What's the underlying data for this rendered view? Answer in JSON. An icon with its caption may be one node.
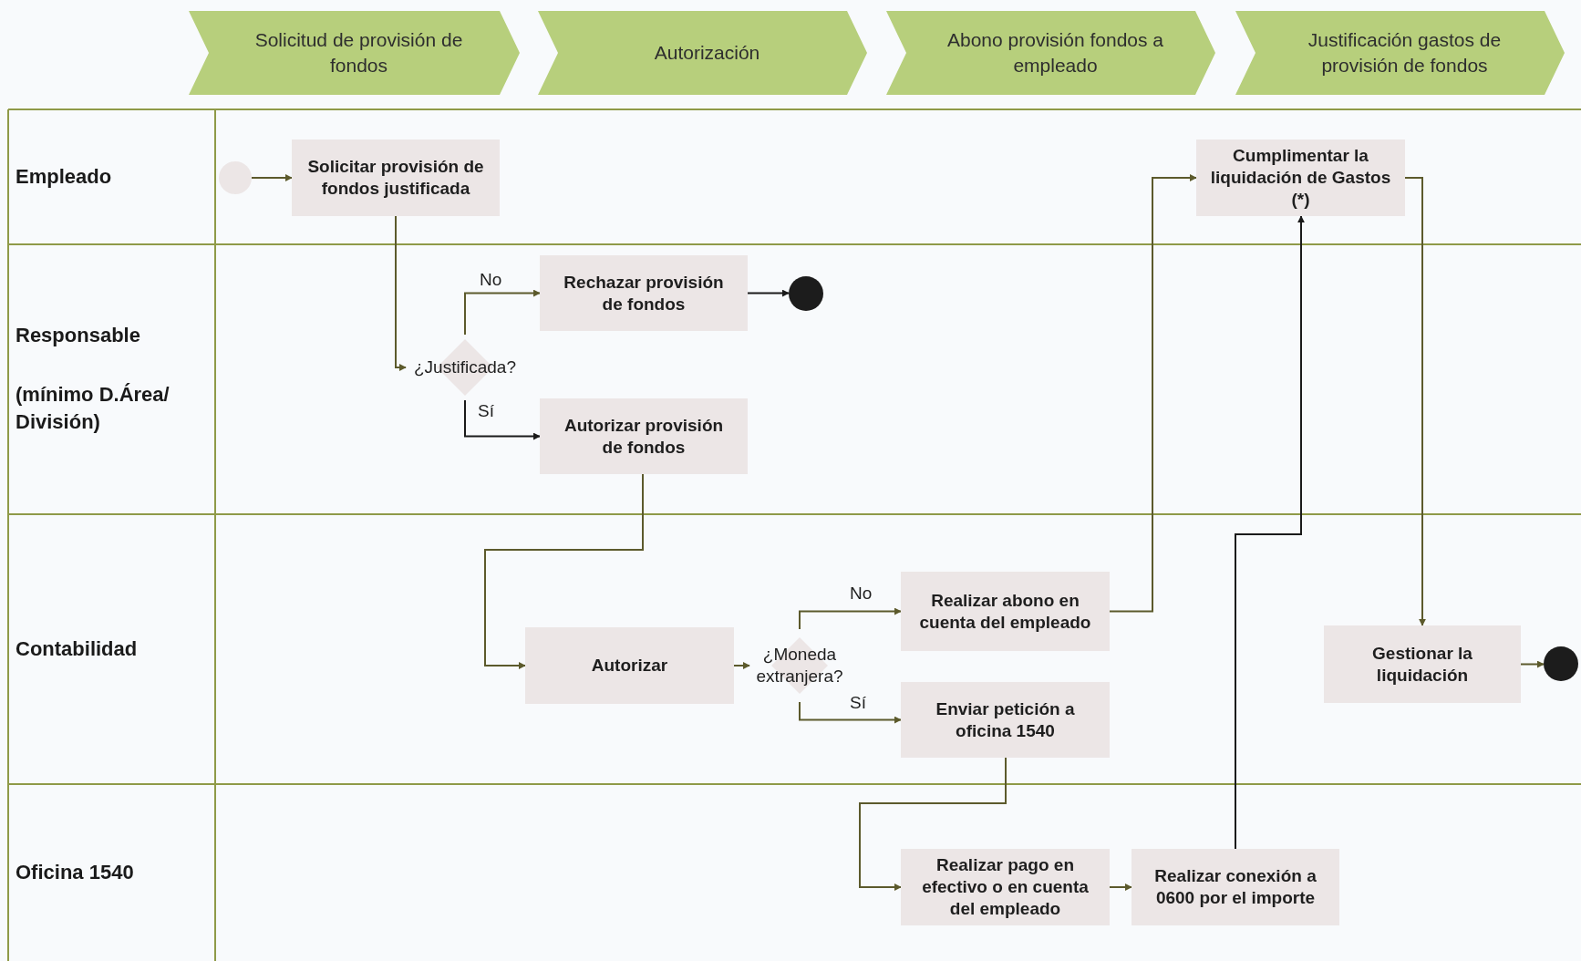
{
  "diagram": {
    "nodes": [
      {
        "text": [
          "Solicitud de provisión de fondos"
        ]
      },
      {
        "text": [
          "Autorización"
        ]
      },
      {
        "text": [
          "Abono provisión fondos a empleado"
        ]
      },
      {
        "text": [
          "Justificación gastos de provisión de fondos"
        ]
      },
      {
        "text": [
          "Empleado"
        ]
      },
      {
        "text": [],
        "shape": "circle",
        "in": 4
      },
      {
        "text": [
          "Solicitar provisión de fondos justificada"
        ],
        "in": 4
      },
      {
        "text": [
          "Cumplimentar la liquidación de Gastos (*)"
        ],
        "in": 4
      },
      {
        "text": [
          "Responsable",
          "(mínimo D.Área/ División)"
        ]
      },
      {
        "text": [
          "Rechazar provisión de fondos"
        ],
        "in": 8
      },
      {
        "text": [],
        "shape": "circle",
        "in": 8
      },
      {
        "text": [
          "¿Justificada?"
        ],
        "in": 8
      },
      {
        "text": [
          "Autorizar provisión de fondos"
        ],
        "in": 8
      },
      {
        "text": [
          "Contabilidad"
        ]
      },
      {
        "text": [
          "Autorizar"
        ],
        "in": 13
      },
      {
        "text": [
          "¿Moneda extranjera?"
        ],
        "in": 13
      },
      {
        "text": [
          "Realizar abono en cuenta del empleado"
        ],
        "in": 13
      },
      {
        "text": [
          "Enviar petición a oficina 1540"
        ],
        "in": 13
      },
      {
        "text": [
          "Gestionar la liquidación"
        ],
        "in": 13
      },
      {
        "text": [],
        "shape": "circle",
        "in": 13
      },
      {
        "text": [
          "Oficina 1540"
        ]
      },
      {
        "text": [
          "Realizar pago en efectivo o en cuenta del empleado"
        ],
        "in": 20
      },
      {
        "text": [
          "Realizar conexión a 0600 por el importe"
        ],
        "in": 20
      }
    ],
    "edges": [
      {
        "from": 5,
        "to": 6,
        "arrow": "to"
      },
      {
        "from": 6,
        "to": 11,
        "arrow": "to"
      },
      {
        "from": 11,
        "to": 9,
        "arrow": "to",
        "label": "No"
      },
      {
        "from": 11,
        "to": 12,
        "arrow": "to",
        "label": "Sí",
        "color": "#1a1a1a"
      },
      {
        "from": 9,
        "to": 10,
        "arrow": "to",
        "color": "#1a1a1a"
      },
      {
        "from": 12,
        "to": 14,
        "arrow": "to"
      },
      {
        "from": 14,
        "to": 15,
        "arrow": "to"
      },
      {
        "from": 15,
        "to": 16,
        "arrow": "to",
        "label": "No"
      },
      {
        "from": 15,
        "to": 17,
        "arrow": "to",
        "label": "Sí"
      },
      {
        "from": 16,
        "to": 7,
        "arrow": "to"
      },
      {
        "from": 17,
        "to": 21,
        "arrow": "to"
      },
      {
        "from": 21,
        "to": 22,
        "arrow": "to"
      },
      {
        "from": 22,
        "to": 7,
        "arrow": "to",
        "color": "#1a1a1a"
      },
      {
        "from": 7,
        "to": 18,
        "arrow": "to"
      },
      {
        "from": 18,
        "to": 19,
        "arrow": "to"
      }
    ]
  }
}
